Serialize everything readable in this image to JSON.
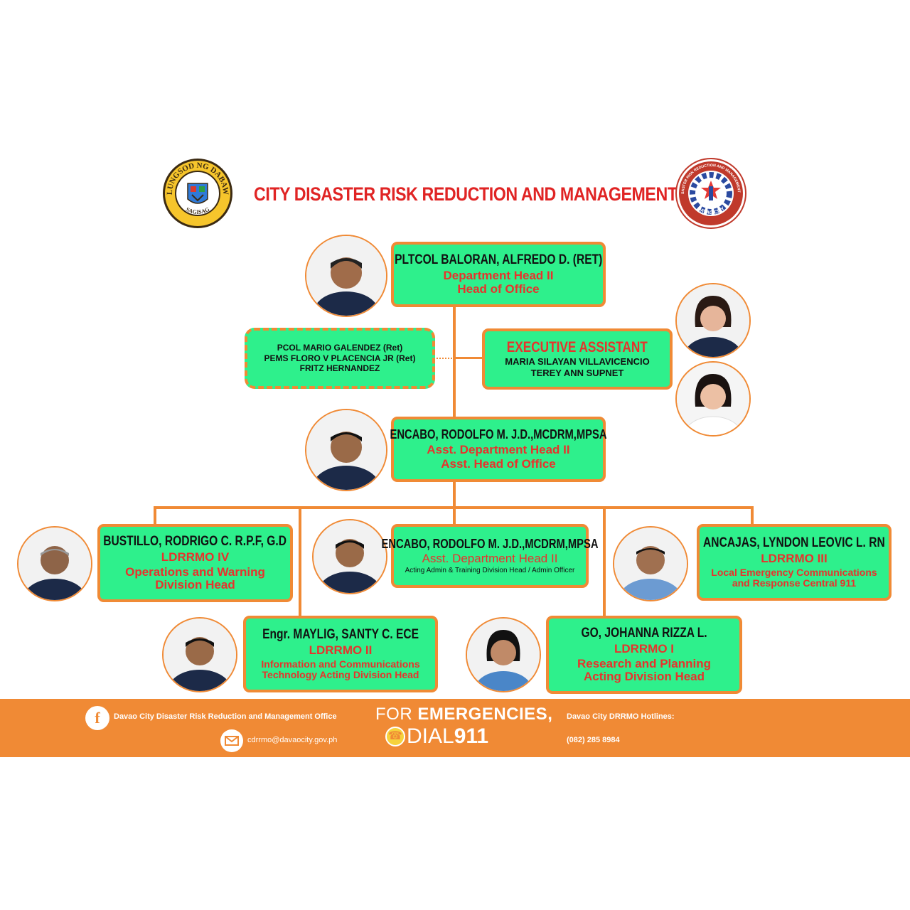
{
  "header": {
    "title": "CITY DISASTER RISK REDUCTION AND MANAGEMENT OFFICE",
    "left_seal": {
      "top_text": "LUNGSOD NG DABAW",
      "bottom_text": "SAGISAG"
    },
    "right_seal": {
      "top_text": "CITY DISASTER RISK REDUCTION AND MANAGEMENT OFFICE",
      "bottom_text": "DAVAO CITY"
    }
  },
  "head": {
    "name": "PLTCOL BALORAN, ALFREDO D.  (RET)",
    "role1": "Department Head II",
    "role2": "Head of Office"
  },
  "advisers": {
    "line1": "PCOL MARIO GALENDEZ (Ret)",
    "line2": "PEMS FLORO V PLACENCIA JR (Ret)",
    "line3": "FRITZ HERNANDEZ"
  },
  "exec_assistant": {
    "title": "EXECUTIVE ASSISTANT",
    "line1": "MARIA SILAYAN VILLAVICENCIO",
    "line2": "TEREY ANN SUPNET"
  },
  "asst_head": {
    "name": "ENCABO, RODOLFO M.  J.D.,MCDRM,MPSA",
    "role1": "Asst. Department Head II",
    "role2": "Asst. Head of Office"
  },
  "div_ops": {
    "name": "BUSTILLO, RODRIGO C. R.P.F, G.D",
    "role1": "LDRRMO IV",
    "role2": "Operations and Warning",
    "role3": "Division Head"
  },
  "div_admin": {
    "name": "ENCABO, RODOLFO M. J.D.,MCDRM,MPSA",
    "role1": "Asst. Department Head II",
    "role2": "Acting Admin & Training Division Head / Admin Officer"
  },
  "div_lecr": {
    "name": "ANCAJAS, LYNDON LEOVIC L. RN",
    "role1": "LDRRMO III",
    "role2": "Local Emergency Communications",
    "role3": "and Response Central 911"
  },
  "div_ict": {
    "name": "Engr. MAYLIG, SANTY C. ECE",
    "role1": "LDRRMO II",
    "role2": "Information and Communications",
    "role3": "Technology Acting Division Head"
  },
  "div_research": {
    "name": "GO, JOHANNA RIZZA L.",
    "role1": "LDRRMO I",
    "role2": "Research and Planning",
    "role3": "Acting Division Head"
  },
  "footer": {
    "facebook": "Davao City Disaster Risk Reduction and Management Office",
    "email": "cdrrmo@davaocity.gov.ph",
    "emergency_line1_a": "FOR ",
    "emergency_line1_b": "EMERGENCIES,",
    "emergency_line2_a": "DIAL",
    "emergency_line2_b": "911",
    "hotlines_label": "Davao City DRRMO Hotlines:",
    "hotline_number": "(082) 285 8984"
  },
  "colors": {
    "box_fill": "#2ef08c",
    "border": "#f08a35",
    "role_text": "#e8322c",
    "title": "#e02424",
    "footer_bg": "#f08a35"
  },
  "icons": [
    "facebook-icon",
    "mail-icon",
    "phone-icon",
    "person-photo"
  ]
}
